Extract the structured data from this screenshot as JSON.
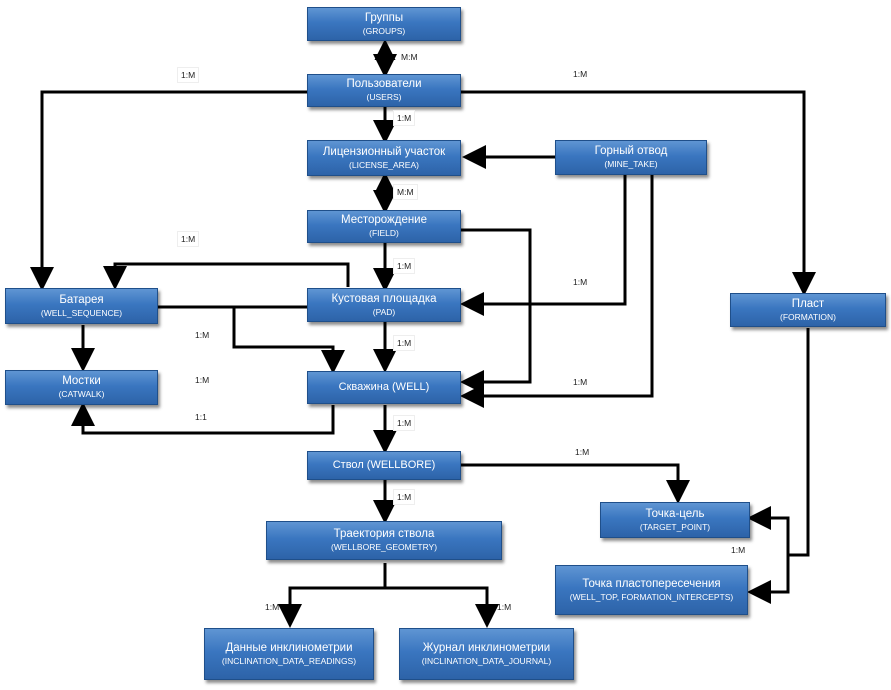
{
  "entities": {
    "groups": {
      "title": "Группы",
      "code": "(GROUPS)"
    },
    "users": {
      "title": "Пользователи",
      "code": "(USERS)"
    },
    "license_area": {
      "title": "Лицензионный участок",
      "code": "(LICENSE_AREA)"
    },
    "mine_take": {
      "title": "Горный отвод",
      "code": "(MINE_TAKE)"
    },
    "field": {
      "title": "Месторождение",
      "code": "(FIELD)"
    },
    "well_sequence": {
      "title": "Батарея",
      "code": "(WELL_SEQUENCE)"
    },
    "pad": {
      "title": "Кустовая площадка",
      "code": "(PAD)"
    },
    "formation": {
      "title": "Пласт",
      "code": "(FORMATION)"
    },
    "catwalk": {
      "title": "Мостки",
      "code": "(CATWALK)"
    },
    "well": {
      "title": "Скважина (WELL)"
    },
    "wellbore": {
      "title": "Ствол (WELLBORE)"
    },
    "target_point": {
      "title": "Точка-цель",
      "code": "(TARGET_POINT)"
    },
    "wellbore_geometry": {
      "title": "Траектория ствола",
      "code": "(WELLBORE_GEOMETRY)"
    },
    "well_top": {
      "title": "Точка пластопересечения",
      "code": "(WELL_TOP, FORMATION_INTERCEPTS)"
    },
    "inclination_readings": {
      "title": "Данные инклинометрии",
      "code": "(INCLINATION_DATA_READINGS)"
    },
    "inclination_journal": {
      "title": "Журнал инклинометрии",
      "code": "(INCLINATION_DATA_JOURNAL)"
    }
  },
  "relations": {
    "groups_users": "M:M",
    "users_left": "1:M",
    "users_right": "1:M",
    "users_license": "1:M",
    "license_field": "M:M",
    "field_left": "1:M",
    "field_pad": "1:M",
    "mine_pad": "1:M",
    "seq_well": "1:M",
    "pad_well": "1:M",
    "catwalk_rel": "1:M",
    "mine_well": "1:M",
    "well_catwalk": "1:1",
    "well_wellbore": "1:M",
    "wellbore_target": "1:M",
    "wellbore_geometry": "1:M",
    "target_welltop": "1:M",
    "geom_readings": "1:M",
    "geom_journal": "1:M"
  },
  "colors": {
    "box_fill": "#3a76c0",
    "box_border": "#1f4f8a",
    "connector": "#000000"
  }
}
